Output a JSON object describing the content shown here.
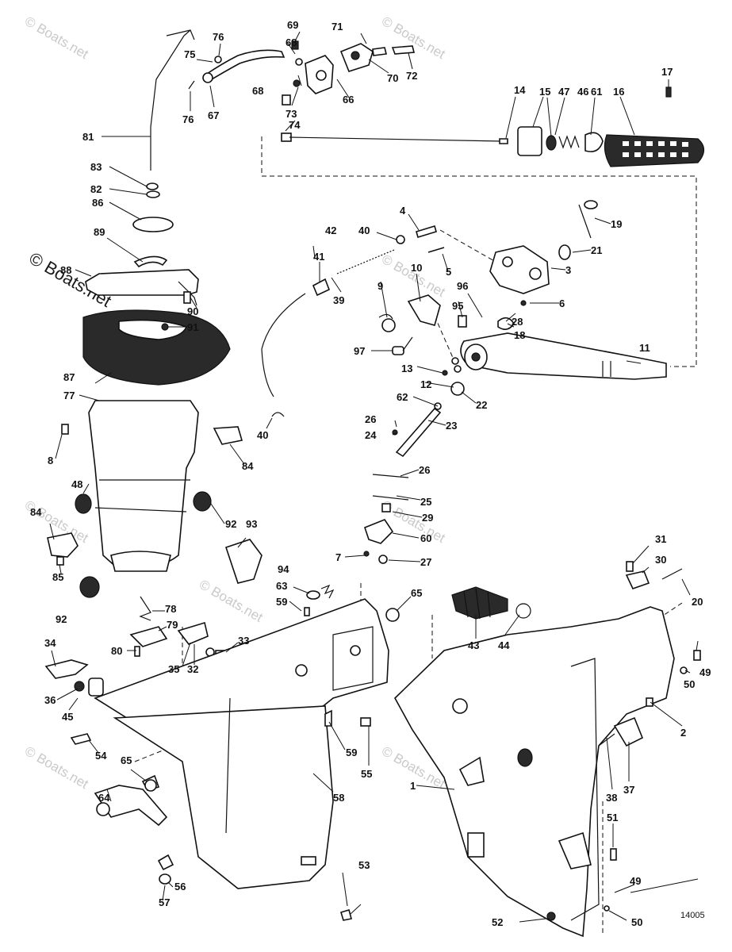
{
  "diagram": {
    "figure_number": "14005",
    "watermarks": [
      "© Boats.net",
      "© Boats.net",
      "© Boats.net",
      "© Boats.net",
      "© Boats.net",
      "© Boats.net",
      "© Boats.net",
      "© Boats.net",
      "© Boats.net"
    ],
    "callouts": [
      "1",
      "2",
      "3",
      "4",
      "5",
      "6",
      "7",
      "8",
      "9",
      "10",
      "11",
      "12",
      "13",
      "14",
      "15",
      "16",
      "17",
      "18",
      "19",
      "20",
      "21",
      "22",
      "23",
      "24",
      "25",
      "26",
      "26",
      "27",
      "28",
      "29",
      "30",
      "31",
      "32",
      "33",
      "34",
      "35",
      "36",
      "37",
      "38",
      "39",
      "40",
      "40",
      "41",
      "42",
      "43",
      "44",
      "45",
      "46",
      "47",
      "48",
      "49",
      "49",
      "50",
      "50",
      "51",
      "52",
      "53",
      "54",
      "55",
      "56",
      "57",
      "58",
      "59",
      "59",
      "60",
      "61",
      "62",
      "63",
      "64",
      "65",
      "65",
      "66",
      "67",
      "68",
      "68",
      "69",
      "70",
      "71",
      "72",
      "73",
      "74",
      "75",
      "76",
      "76",
      "77",
      "78",
      "79",
      "80",
      "81",
      "82",
      "83",
      "84",
      "84",
      "85",
      "86",
      "87",
      "88",
      "89",
      "90",
      "91",
      "92",
      "92",
      "93",
      "94",
      "95",
      "96",
      "97"
    ]
  }
}
